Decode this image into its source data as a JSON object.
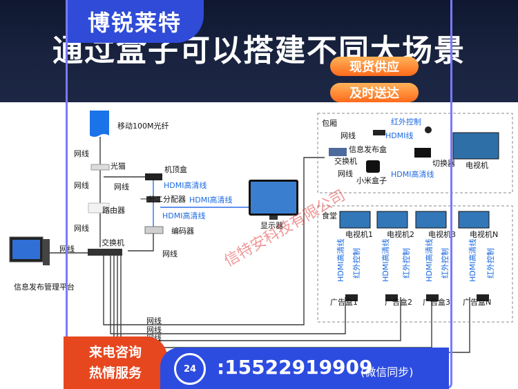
{
  "brand": "博锐莱特",
  "headline": "通过盒子可以搭建不同大场景",
  "badges": [
    "现货供应",
    "及时送达"
  ],
  "footer": {
    "left_line1": "来电咨询",
    "left_line2": "热情服务",
    "phone_icon_text": "24",
    "phone": ":15522919909",
    "phone_note": "(微信同步)"
  },
  "watermark": "信特安科技有限公司",
  "diagram": {
    "fiber": "移动100M光纤",
    "net": "网线",
    "modem": "光猫",
    "stb": "机顶盒",
    "splitter": "一分二分配器",
    "router": "路由器",
    "encoder": "编码器",
    "switch": "交换机",
    "hdmi": "HDMI高清线",
    "monitor": "显示器",
    "platform": "信息发布管理平台",
    "room": {
      "title": "包厢",
      "ir": "红外控制",
      "hdmi_short": "HDMI线",
      "info_box": "信息发布盒",
      "switch": "交换机",
      "mibox": "小米盒子",
      "switcher": "切换器",
      "tv": "电视机"
    },
    "canteen": {
      "title": "食堂",
      "tvs": [
        "电视机1",
        "电视机2",
        "电视机3",
        "电视机N"
      ],
      "boxes": [
        "广告盒1",
        "广告盒2",
        "广告盒3",
        "广告盒N"
      ],
      "hdmi": "HDMI高清线",
      "ir": "红外控制"
    }
  }
}
